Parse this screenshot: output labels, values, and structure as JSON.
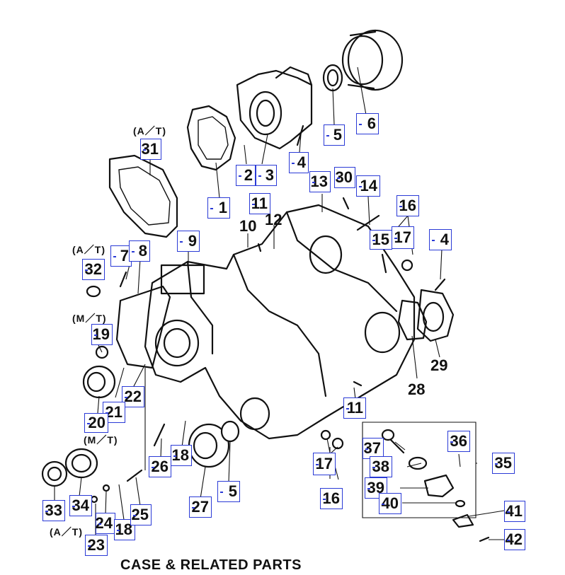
{
  "caption": "CASE & RELATED PARTS",
  "notes": {
    "at_31": "(A／T)",
    "at_7": "(A／T)",
    "mt_19": "(M／T)",
    "mt_20": "(M／T)",
    "at_23": "(A／T)"
  },
  "callouts": {
    "c1": "1",
    "c2": "2",
    "c3": "3",
    "c4a": "4",
    "c4b": "4",
    "c5a": "5",
    "c5b": "5",
    "c6": "6",
    "c7": "7",
    "c8": "8",
    "c9": "9",
    "c10": "10",
    "c11a": "11",
    "c11b": "11",
    "c12": "12",
    "c13": "13",
    "c14": "14",
    "c15": "15",
    "c16a": "16",
    "c16b": "16",
    "c17a": "17",
    "c17b": "17",
    "c18a": "18",
    "c18b": "18",
    "c19": "19",
    "c20": "20",
    "c21": "21",
    "c22": "22",
    "c23": "23",
    "c24": "24",
    "c25": "25",
    "c26": "26",
    "c27": "27",
    "c28": "28",
    "c29": "29",
    "c30": "30",
    "c31": "31",
    "c32": "32",
    "c33": "33",
    "c34": "34",
    "c35": "35",
    "c36": "36",
    "c37": "37",
    "c38": "38",
    "c39": "39",
    "c40": "40",
    "c41": "41",
    "c42": "42"
  }
}
